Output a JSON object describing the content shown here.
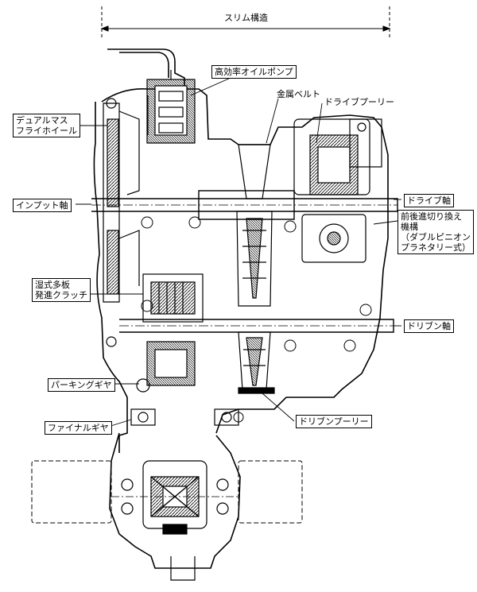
{
  "labels": {
    "slim": "スリム構造",
    "oil_pump": "高効率オイルポンプ",
    "metal_belt": "金属ベルト",
    "drive_pulley": "ドライブプーリー",
    "dual_mass_1": "デュアルマス",
    "dual_mass_2": "フライホイール",
    "input_shaft": "インプット軸",
    "drive_shaft": "ドライブ軸",
    "fwd_rev_1": "前後進切り換え",
    "fwd_rev_2": "機構",
    "fwd_rev_3": "（ダブルピニオン",
    "fwd_rev_4": "プラネタリー式）",
    "wet_clutch_1": "湿式多板",
    "wet_clutch_2": "発進クラッチ",
    "driven_shaft": "ドリブン軸",
    "parking_gear": "パーキングギヤ",
    "final_gear": "ファイナルギヤ",
    "driven_pulley": "ドリブンプーリー"
  }
}
